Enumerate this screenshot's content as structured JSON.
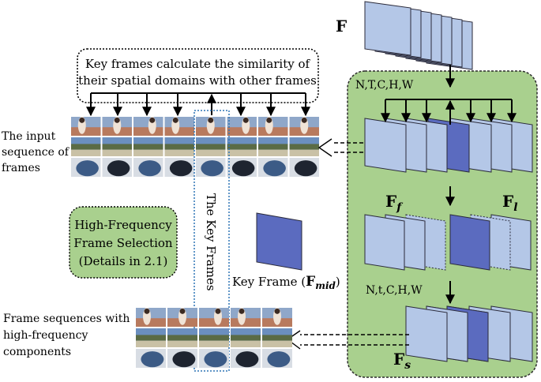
{
  "colors": {
    "frame_fill": "#b4c7e7",
    "frame_stroke": "#2a2a3a",
    "key_frame_fill": "#5b6bbf",
    "panel_fill": "#a9d08e",
    "callout_fill": "#a9d08e",
    "key_box_stroke": "#2e75b6",
    "video_track": "#8fa7c9",
    "video_sky": "#6b8fbf",
    "video_dark": "#1e2430"
  },
  "labels": {
    "top_feature": "F",
    "similarity_note_line1": "Key frames calculate the similarity of",
    "similarity_note_line2": "their spatial domains with other frames",
    "dims_upper": "N,T,C,H,W",
    "dims_lower": "N,t,C,H,W",
    "input_line1": "The input",
    "input_line2": "sequence of",
    "input_line3": "frames",
    "key_frames_vertical": "The Key Frames",
    "hf_line1": "High-Frequency",
    "hf_line2": "Frame Selection",
    "hf_line3": "(Details in 2.1)",
    "key_frame_prefix": "Key Frame (",
    "key_frame_symbol": "F",
    "key_frame_sub": "mid",
    "key_frame_suffix": ")",
    "ff_symbol": "F",
    "ff_sub": "f",
    "fl_symbol": "F",
    "fl_sub": "l",
    "fs_symbol": "F",
    "fs_sub": "s",
    "out_line1": "Frame sequences with",
    "out_line2": "high-frequency",
    "out_line3": "components"
  }
}
